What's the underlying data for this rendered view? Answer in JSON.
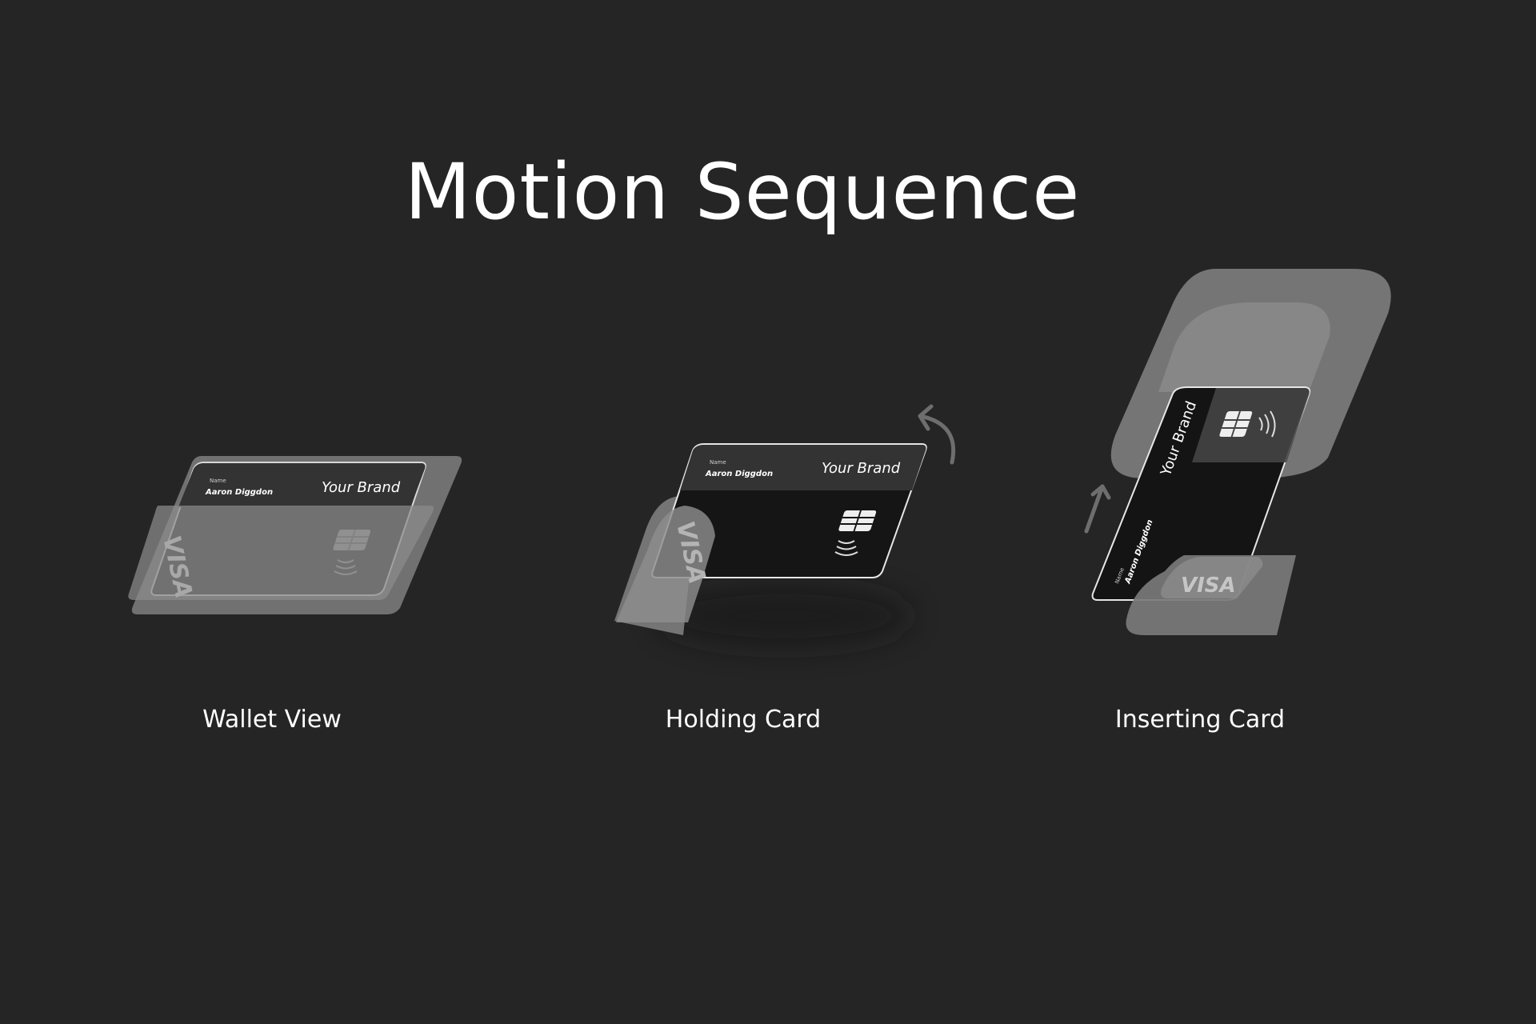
{
  "page": {
    "title": "Motion Sequence",
    "background": "#252525"
  },
  "steps": [
    {
      "label": "Wallet View",
      "card": {
        "name_caption": "Name",
        "name": "Aaron Diggdon",
        "brand": "Your Brand",
        "network": "VISA"
      }
    },
    {
      "label": "Holding Card",
      "card": {
        "name_caption": "Name",
        "name": "Aaron Diggdon",
        "brand": "Your Brand",
        "network": "VISA"
      },
      "motion_icon": "curved-arrow-icon"
    },
    {
      "label": "Inserting Card",
      "card": {
        "name_caption": "Name",
        "name": "Aaron Diggdon",
        "brand": "Your Brand",
        "network": "VISA"
      },
      "motion_icon": "up-arrow-icon"
    }
  ],
  "colors": {
    "card_dark": "#141414",
    "card_header": "#2f2f2f",
    "overlay_gray": "#8a8a8a",
    "text_white": "#ffffff"
  }
}
